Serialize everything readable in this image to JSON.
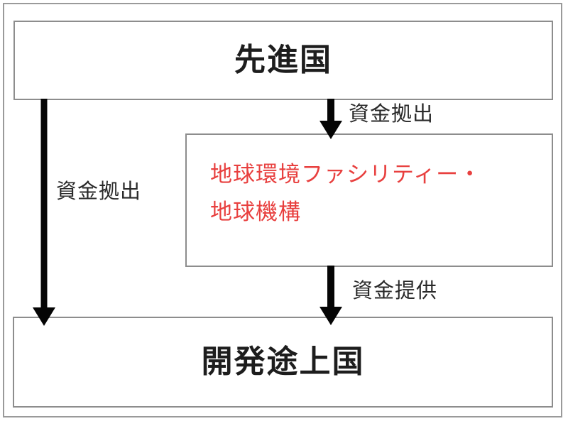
{
  "diagram": {
    "title_text": "",
    "colors": {
      "accent_red": "#e8403f",
      "box_border": "#8d8d8d",
      "arrow": "#050505",
      "frame": "#9a9a9a",
      "background": "#ffffff"
    },
    "nodes": [
      {
        "id": "developed-countries",
        "label": "先進国"
      },
      {
        "id": "global-environment-facility",
        "label_line1": "地球環境ファシリティー・",
        "label_line2": "地球機構"
      },
      {
        "id": "developing-countries",
        "label": "開発途上国"
      }
    ],
    "edges": [
      {
        "id": "developed-to-developing",
        "label": "資金拠出",
        "from": "developed-countries",
        "to": "developing-countries"
      },
      {
        "id": "developed-to-facility",
        "label": "資金拠出",
        "from": "developed-countries",
        "to": "global-environment-facility"
      },
      {
        "id": "facility-to-developing",
        "label": "資金提供",
        "from": "global-environment-facility",
        "to": "developing-countries"
      }
    ]
  }
}
